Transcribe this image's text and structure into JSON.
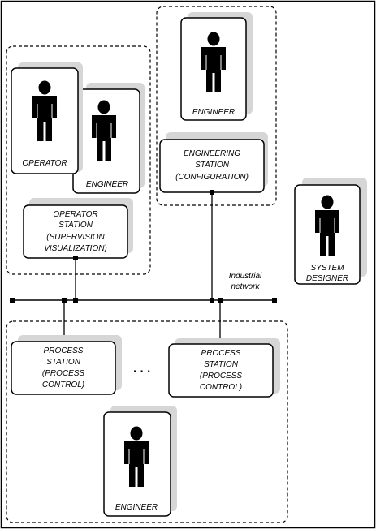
{
  "labels": {
    "operator": "OPERATOR",
    "engineer_operator_group": "ENGINEER",
    "engineer_top": "ENGINEER",
    "engineer_bottom": "ENGINEER",
    "system_designer_line1": "SYSTEM",
    "system_designer_line2": "DESIGNER",
    "engineering_station_line1": "ENGINEERING",
    "engineering_station_line2": "STATION",
    "engineering_station_line3": "(CONFIGURATION)",
    "operator_station_line1": "OPERATOR",
    "operator_station_line2": "STATION",
    "operator_station_line3": "(SUPERVISION",
    "operator_station_line4": "VISUALIZATION)",
    "process_station_left_line1": "PROCESS",
    "process_station_left_line2": "STATION",
    "process_station_left_line3": "(PROCESS",
    "process_station_left_line4": "CONTROL)",
    "process_station_right_line1": "PROCESS",
    "process_station_right_line2": "STATION",
    "process_station_right_line3": "(PROCESS",
    "process_station_right_line4": "CONTROL)",
    "network_line1": "Industrial",
    "network_line2": "network",
    "ellipsis": "· · ·"
  },
  "icons": {
    "person": "person-icon"
  }
}
